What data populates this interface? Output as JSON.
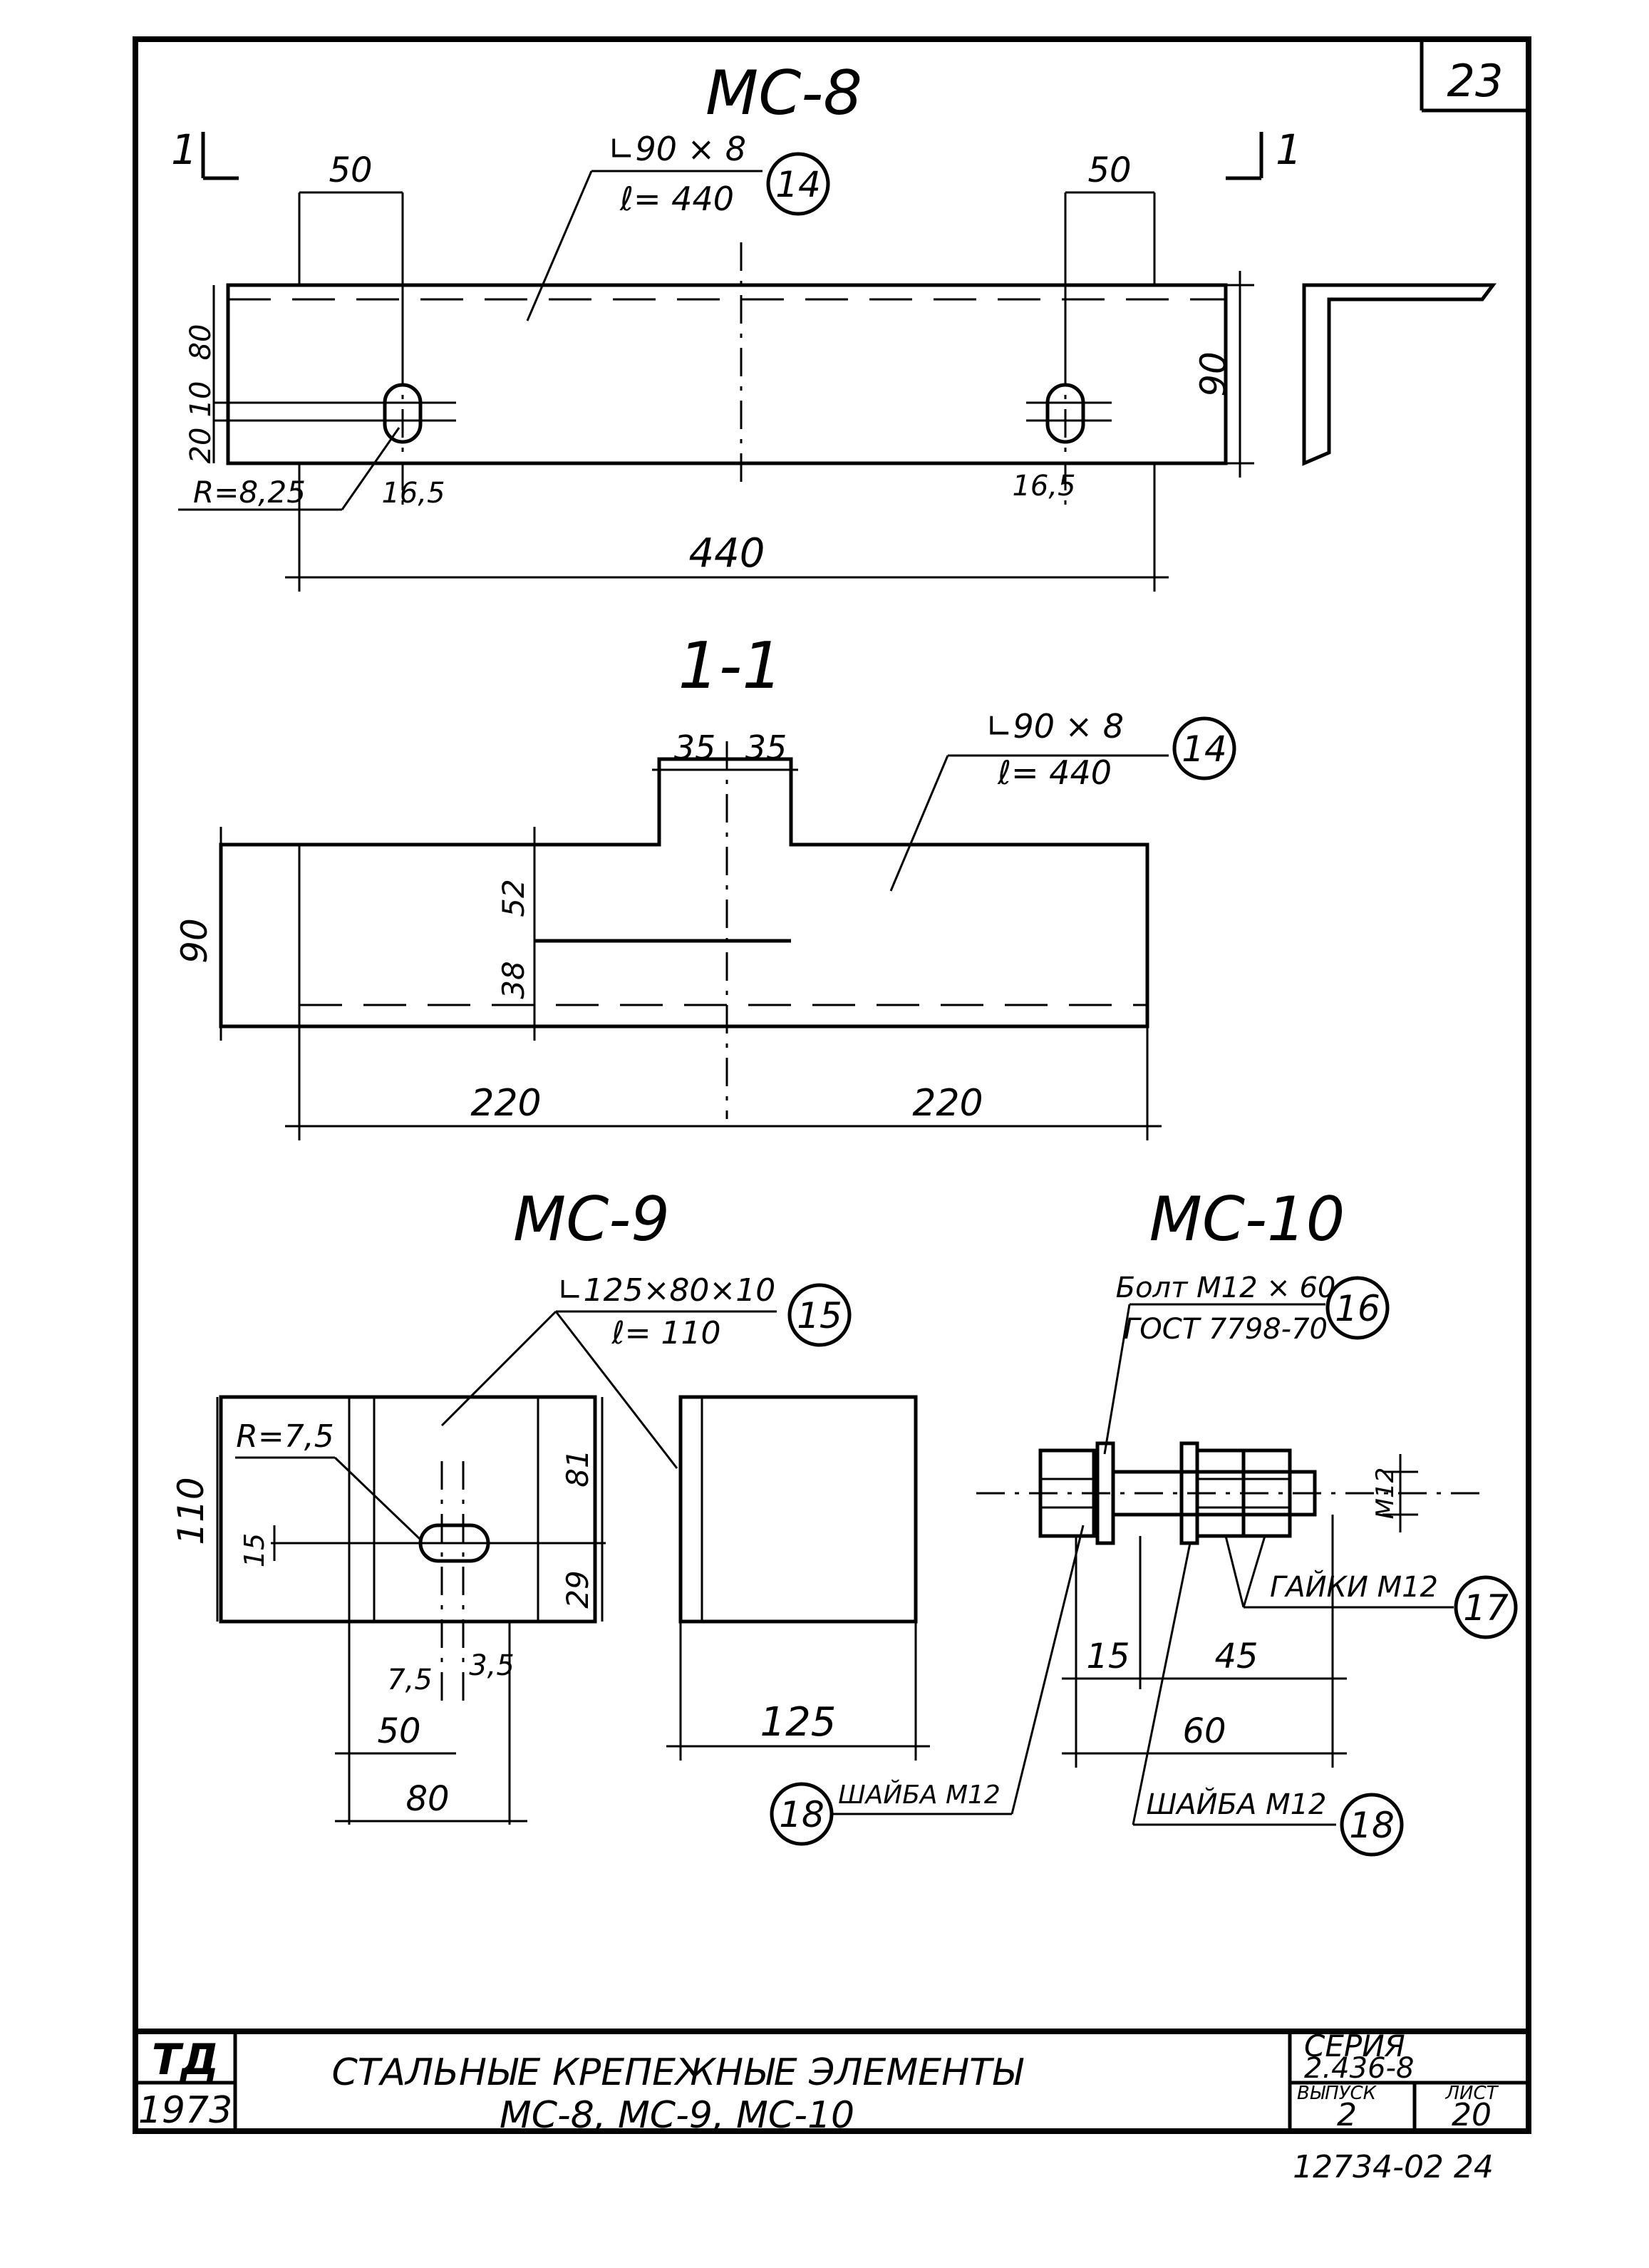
{
  "sheet": {
    "number": "23",
    "doc_code": "12734-02 24"
  },
  "mc8": {
    "title": "МС-8",
    "section_mark": "1",
    "profile": "∟90 × 8",
    "length": "ℓ= 440",
    "position": "14",
    "dims": {
      "left_50": "50",
      "right_50": "50",
      "h_80": "80",
      "h_10": "10",
      "h_20": "20",
      "h_90": "90",
      "radius": "R=8,25",
      "slot_left": "16,5",
      "slot_right": "16,5",
      "total": "440"
    }
  },
  "section11": {
    "title": "1-1",
    "profile": "∟90 × 8",
    "length": "ℓ= 440",
    "position": "14",
    "dims": {
      "w35a": "35",
      "w35b": "35",
      "h52": "52",
      "h38": "38",
      "h90": "90",
      "w220a": "220",
      "w220b": "220"
    }
  },
  "mc9": {
    "title": "МС-9",
    "profile": "∟125×80×10",
    "length": "ℓ= 110",
    "position": "15",
    "dims": {
      "radius": "R=7,5",
      "h110": "110",
      "h15": "15",
      "h81": "81",
      "h29": "29",
      "w75": "7,5",
      "w35": "3,5",
      "w50": "50",
      "w80": "80",
      "w125": "125"
    },
    "washer_label": "ШАЙБА М12",
    "washer_position": "18"
  },
  "mc10": {
    "title": "МС-10",
    "bolt_line1": "Болт М12 × 60",
    "bolt_line2": "ГОСТ 7798-70",
    "bolt_position": "16",
    "nuts_label": "ГАЙКИ М12",
    "nuts_position": "17",
    "washer_label": "ШАЙБА М12",
    "washer_position": "18",
    "dims": {
      "d12": "М12",
      "w15": "15",
      "w45": "45",
      "w60": "60"
    }
  },
  "title_block": {
    "org": "ТД",
    "year": "1973",
    "title_line1": "СТАЛЬНЫЕ КРЕПЕЖНЫЕ ЭЛЕМЕНТЫ",
    "title_line2": "МС-8, МС-9, МС-10",
    "series_label": "СЕРИЯ",
    "series_value": "2.436-8",
    "issue_label": "ВЫПУСК",
    "issue_value": "2",
    "sheet_label": "ЛИСТ",
    "sheet_value": "20"
  }
}
